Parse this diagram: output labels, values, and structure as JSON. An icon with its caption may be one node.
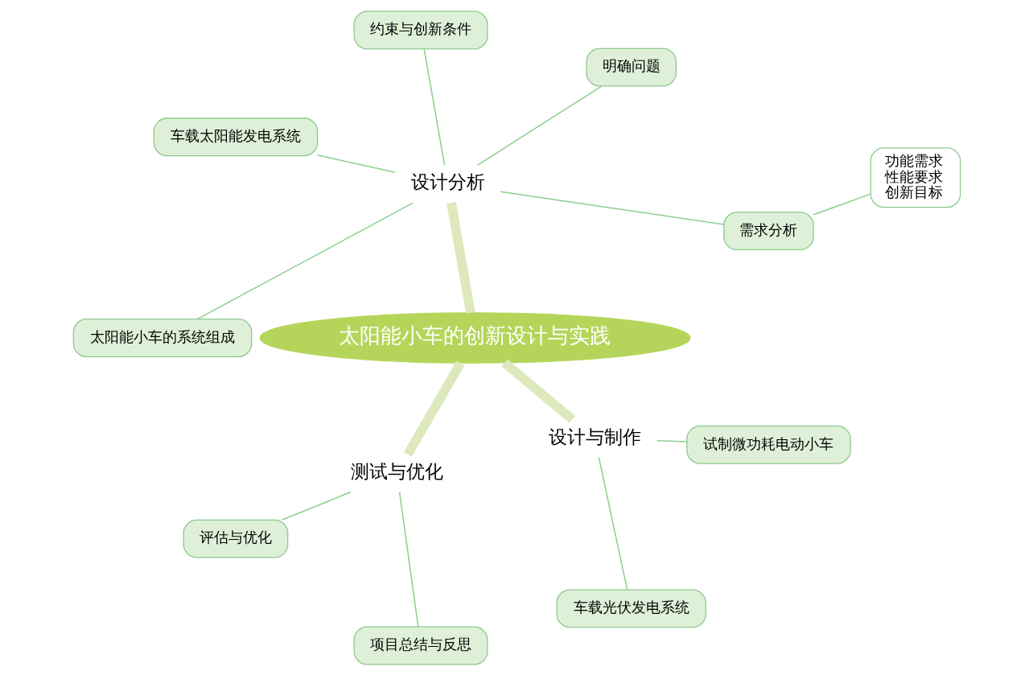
{
  "diagram": {
    "nodes": [
      {
        "text": [
          "太阳能小车的创新设计与实践"
        ]
      },
      {
        "text": [
          "设计分析"
        ]
      },
      {
        "text": [
          "需求分析"
        ]
      },
      {
        "text": [
          "功能需求",
          "性能要求",
          "创新目标"
        ]
      },
      {
        "text": [
          "明确问题"
        ]
      },
      {
        "text": [
          "约束与创新条件"
        ]
      },
      {
        "text": [
          "车载太阳能发电系统"
        ]
      },
      {
        "text": [
          "太阳能小车的系统组成"
        ]
      },
      {
        "text": [
          "测试与优化"
        ]
      },
      {
        "text": [
          "评估与优化"
        ]
      },
      {
        "text": [
          "项目总结与反思"
        ]
      },
      {
        "text": [
          "设计与制作"
        ]
      },
      {
        "text": [
          "车载光伏发电系统"
        ]
      },
      {
        "text": [
          "试制微功耗电动小车"
        ]
      }
    ],
    "edges": [
      {
        "from": 0,
        "to": 1,
        "arrow": "none",
        "style": "thick",
        "color": "#dde9bd"
      },
      {
        "from": 1,
        "to": 2,
        "arrow": "none"
      },
      {
        "from": 2,
        "to": 3,
        "arrow": "none"
      },
      {
        "from": 1,
        "to": 4,
        "arrow": "none"
      },
      {
        "from": 1,
        "to": 5,
        "arrow": "none"
      },
      {
        "from": 1,
        "to": 6,
        "arrow": "none"
      },
      {
        "from": 1,
        "to": 7,
        "arrow": "none"
      },
      {
        "from": 0,
        "to": 8,
        "arrow": "none",
        "style": "thick",
        "color": "#dde9bd"
      },
      {
        "from": 8,
        "to": 9,
        "arrow": "none"
      },
      {
        "from": 8,
        "to": 10,
        "arrow": "none"
      },
      {
        "from": 0,
        "to": 11,
        "arrow": "none",
        "style": "thick",
        "color": "#dde9bd"
      },
      {
        "from": 11,
        "to": 12,
        "arrow": "none"
      },
      {
        "from": 11,
        "to": 13,
        "arrow": "none"
      }
    ]
  }
}
